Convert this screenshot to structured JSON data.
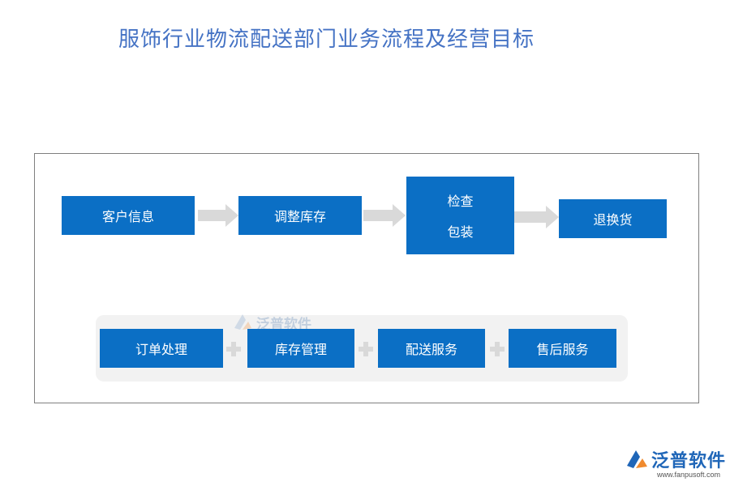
{
  "title": "服饰行业物流配送部门业务流程及经营目标",
  "flow": {
    "steps": [
      {
        "lines": [
          "客户信息"
        ]
      },
      {
        "lines": [
          "调整库存"
        ]
      },
      {
        "lines": [
          "检查",
          "包装"
        ]
      },
      {
        "lines": [
          "退换货"
        ]
      }
    ]
  },
  "services": {
    "items": [
      "订单处理",
      "库存管理",
      "配送服务",
      "售后服务"
    ]
  },
  "watermark": {
    "brand": "泛普软件",
    "url": "www.fanpusoft.com"
  },
  "colors": {
    "title": "#4472c4",
    "box": "#0b6fc5",
    "arrow": "#d9d9d9",
    "tray": "#f2f2f2",
    "plus": "#d9d9d9"
  }
}
